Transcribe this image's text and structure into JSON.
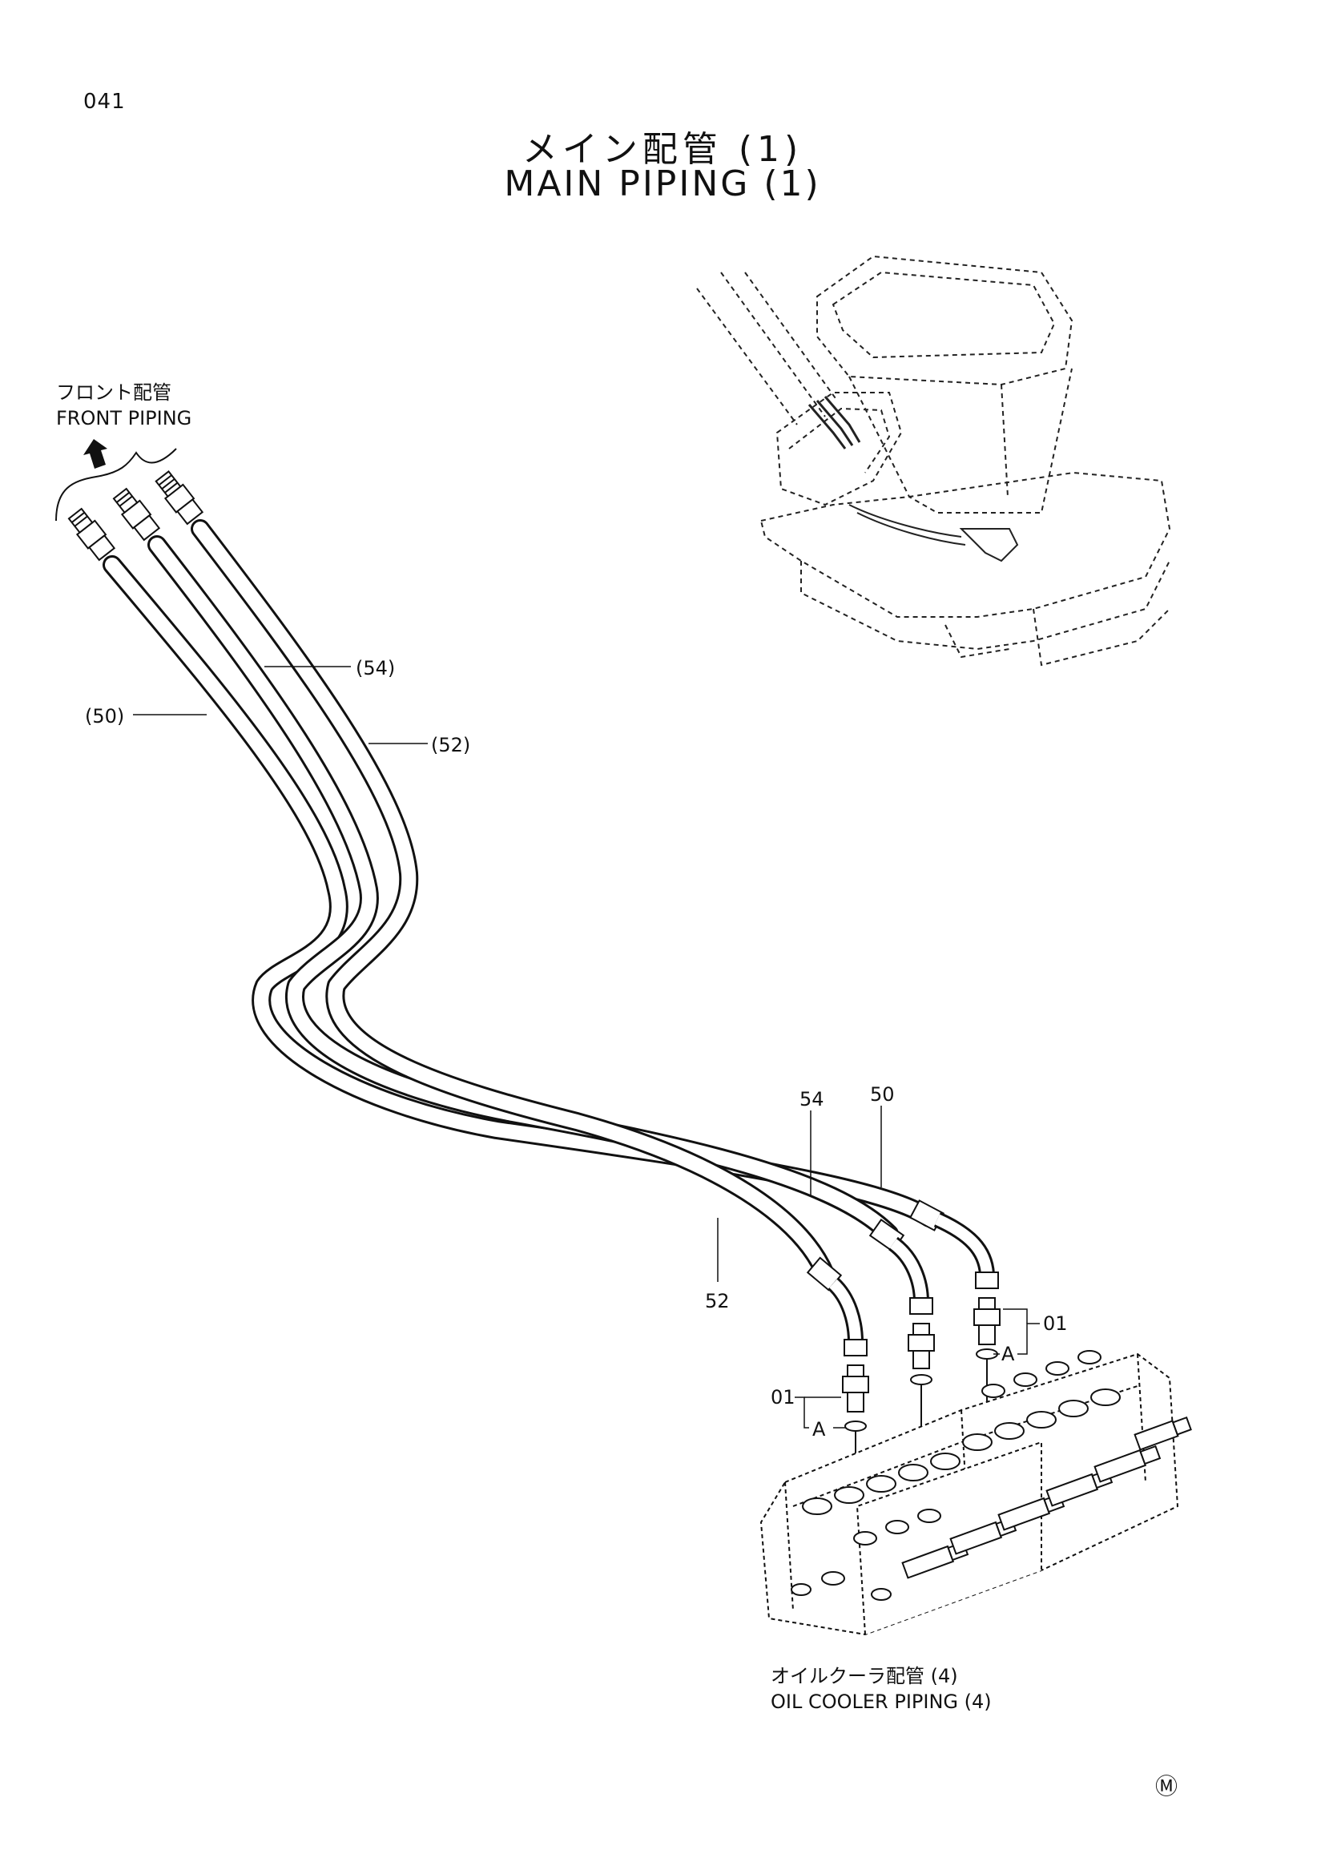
{
  "page_number": "041",
  "title": {
    "japanese": "メイン配管 (1)",
    "english": "MAIN PIPING (1)"
  },
  "front_piping": {
    "japanese": "フロント配管",
    "english": "FRONT PIPING"
  },
  "oil_cooler_piping": {
    "japanese": "オイルクーラ配管 (4)",
    "english": "OIL COOLER PIPING (4)"
  },
  "callouts": {
    "hose_54_ref": "(54)",
    "hose_50_ref": "(50)",
    "hose_52_ref": "(52)",
    "hose_54": "54",
    "hose_50": "50",
    "hose_52": "52",
    "fitting_01_right": "01",
    "fitting_01_left": "01",
    "detail_a_right": "A",
    "detail_a_left": "A"
  },
  "corner_mark": "Ⓜ"
}
